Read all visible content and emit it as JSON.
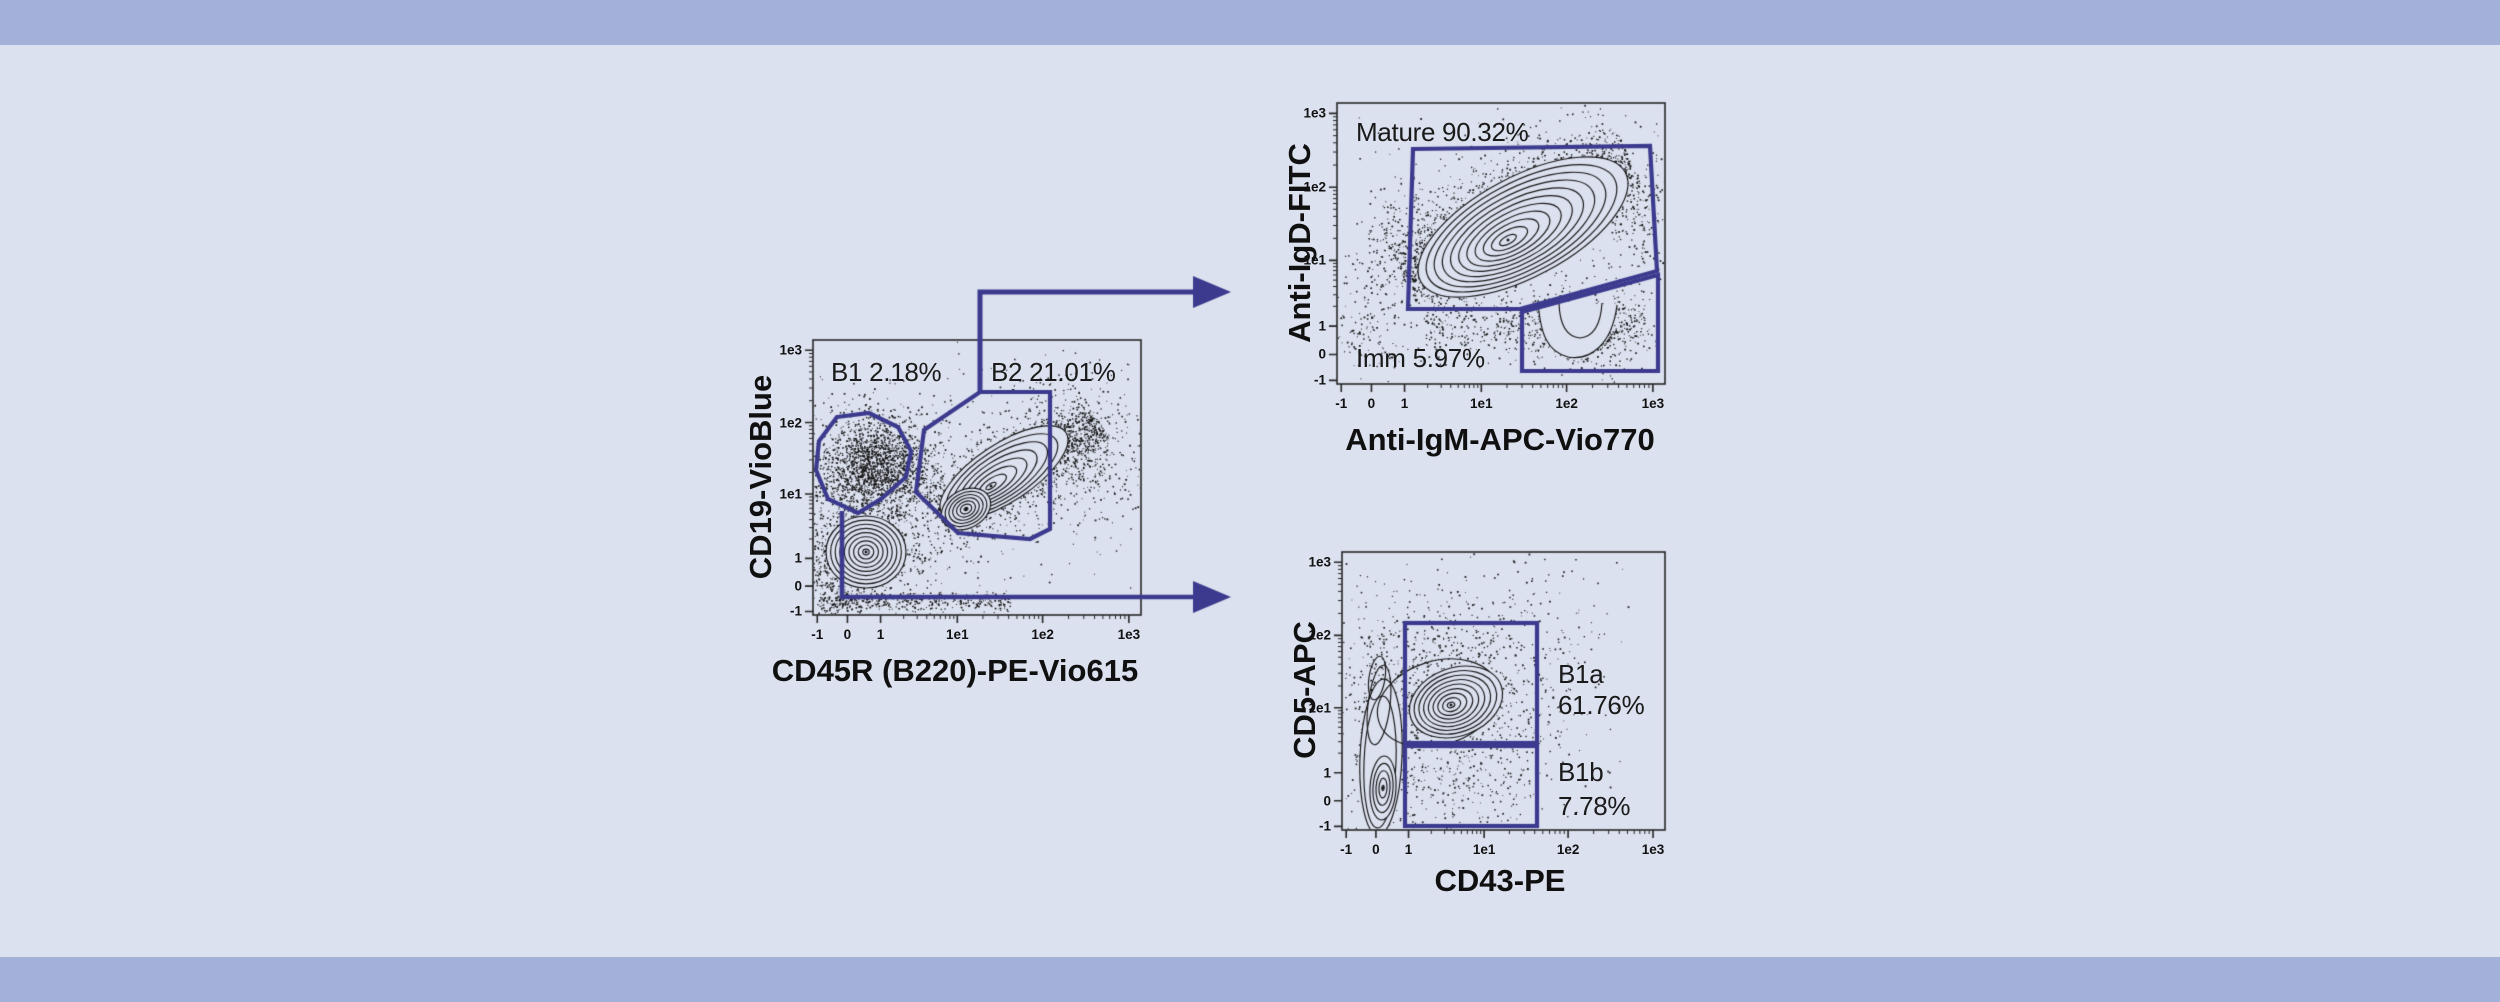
{
  "page": {
    "background_color": "#dce1ef",
    "banner_color": "#a3b1d8",
    "gate_color": "#3b3a8e",
    "contour_color": "#161616",
    "figure_type": "flow-cytometry-gating-figure"
  },
  "chart_data": [
    {
      "id": "parent-gating",
      "type": "scatter",
      "style": "contour-density",
      "xlabel": "CD45R (B220)-PE-Vio615",
      "ylabel": "CD19-VioBlue",
      "xticks": [
        "-1",
        "0",
        "1",
        "1e1",
        "1e2",
        "1e3"
      ],
      "yticks": [
        "-1",
        "0",
        "1",
        "1e1",
        "1e2",
        "1e3"
      ],
      "axis_scale": "biexponential",
      "xlim": [
        "-1",
        "1e3"
      ],
      "ylim": [
        "-1",
        "1e3"
      ],
      "gates": [
        {
          "name": "B1",
          "pct": 2.18,
          "label": "B1 2.18%"
        },
        {
          "name": "B2",
          "pct": 21.01,
          "label": "B2 21.01%"
        }
      ]
    },
    {
      "id": "b2-maturity",
      "type": "scatter",
      "style": "contour-density",
      "xlabel": "Anti-IgM-APC-Vio770",
      "ylabel": "Anti-IgD-FITC",
      "xticks": [
        "-1",
        "0",
        "1",
        "1e1",
        "1e2",
        "1e3"
      ],
      "yticks": [
        "-1",
        "0",
        "1",
        "1e1",
        "1e2",
        "1e3"
      ],
      "axis_scale": "biexponential",
      "xlim": [
        "-1",
        "1e3"
      ],
      "ylim": [
        "-1",
        "1e3"
      ],
      "gates": [
        {
          "name": "Mature",
          "pct": 90.32,
          "label": "Mature 90.32%"
        },
        {
          "name": "Imm",
          "pct": 5.97,
          "label": "Imm 5.97%"
        }
      ]
    },
    {
      "id": "b1-subsets",
      "type": "scatter",
      "style": "contour-density",
      "xlabel": "CD43-PE",
      "ylabel": "CD5-APC",
      "xticks": [
        "-1",
        "0",
        "1",
        "1e1",
        "1e2",
        "1e3"
      ],
      "yticks": [
        "-1",
        "0",
        "1",
        "1e1",
        "1e2",
        "1e3"
      ],
      "axis_scale": "biexponential",
      "xlim": [
        "-1",
        "1e3"
      ],
      "ylim": [
        "-1",
        "1e3"
      ],
      "gates": [
        {
          "name": "B1a",
          "pct": "61.76%"
        },
        {
          "name": "B1b",
          "pct": "7.78%"
        }
      ]
    }
  ]
}
